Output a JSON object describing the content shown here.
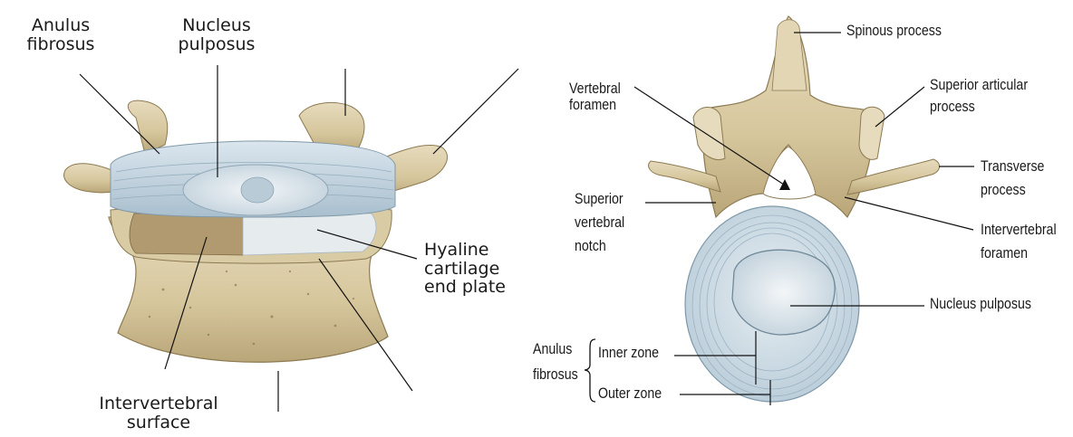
{
  "left_figure": {
    "anulus_fibrosus": [
      "Anulus",
      "fibrosus"
    ],
    "nucleus_pulposus": [
      "Nucleus",
      "pulposus"
    ],
    "hyaline_cartilage": [
      "Hyaline",
      "cartilage",
      "end plate"
    ],
    "intervertebral_surface": [
      "Intervertebral",
      "surface"
    ]
  },
  "right_figure": {
    "spinous_process": "Spinous process",
    "vertebral_foramen": [
      "Vertebral",
      "foramen"
    ],
    "superior_articular_process": [
      "Superior articular",
      "process"
    ],
    "transverse_process": [
      "Transverse",
      "process"
    ],
    "superior_vertebral_notch": [
      "Superior",
      "vertebral",
      "notch"
    ],
    "intervertebral_foramen": [
      "Intervertebral",
      "foramen"
    ],
    "nucleus_pulposus": "Nucleus pulposus",
    "anulus_fibrosus": [
      "Anulus",
      "fibrosus"
    ],
    "inner_zone": "Inner zone",
    "outer_zone": "Outer zone"
  },
  "colors": {
    "bone": "#d9cba4",
    "bone_shadow": "#a8966a",
    "disc": "#c9d9e4",
    "disc_line": "#9fb6c6",
    "nucleus": "#e3ebf0",
    "cartilage": "#e8ecee",
    "cut_bone": "#b9a27a"
  }
}
